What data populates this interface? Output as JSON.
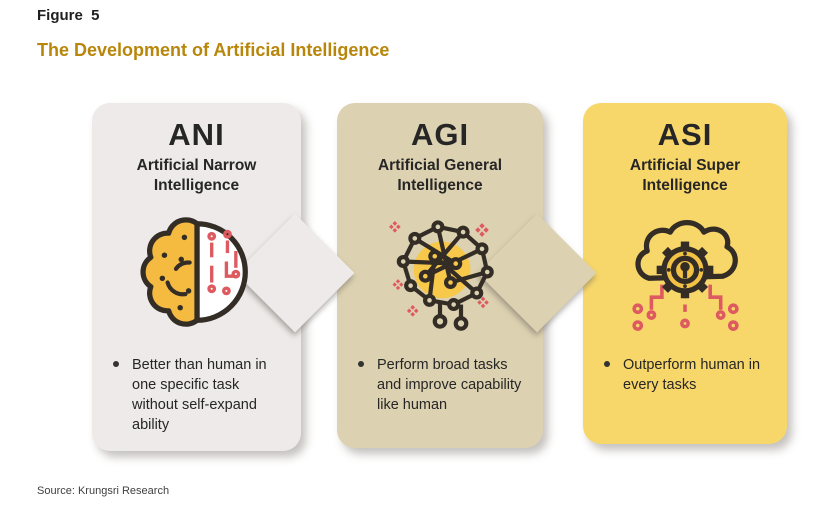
{
  "figure_label": "Figure  5",
  "title": "The Development of Artificial Intelligence",
  "source": "Source: Krungsri Research",
  "colors": {
    "title_accent": "#B8860B",
    "card_ani_bg": "#EDEAE9",
    "card_agi_bg": "#DCD1B0",
    "card_asi_bg": "#F8D76A",
    "icon_outline": "#332D26",
    "icon_yellow": "#F5BB41",
    "icon_red": "#DD5A60",
    "body_text": "#262626"
  },
  "cards": [
    {
      "abbr": "ANI",
      "name": "Artificial Narrow Intelligence",
      "icon": "half-brain-circuit-icon",
      "bullets": [
        "Better than human in one specific task without self-expand ability"
      ]
    },
    {
      "abbr": "AGI",
      "name": "Artificial General Intelligence",
      "icon": "neural-network-brain-icon",
      "bullets": [
        "Perform broad tasks and improve capability like human"
      ]
    },
    {
      "abbr": "ASI",
      "name": "Artificial Super Intelligence",
      "icon": "cloud-gear-circuit-icon",
      "bullets": [
        "Outperform human in every tasks"
      ]
    }
  ]
}
